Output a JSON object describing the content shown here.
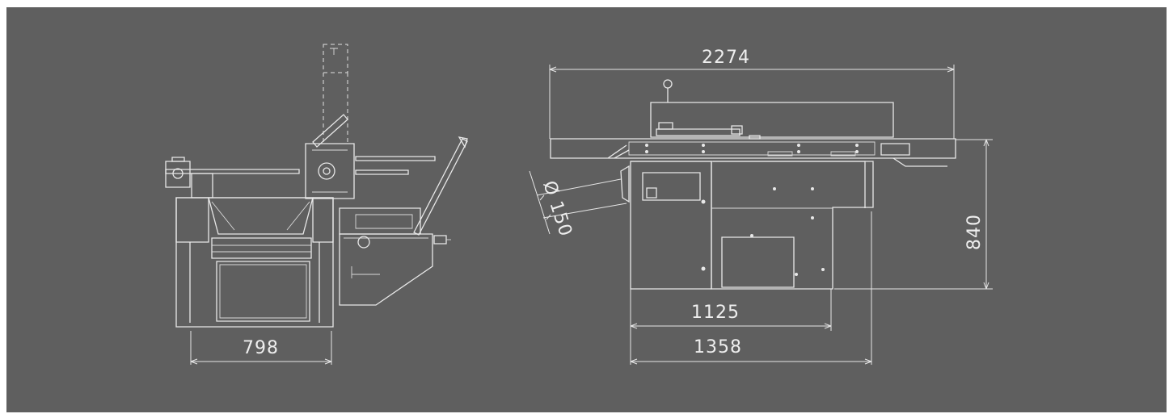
{
  "dimensions": {
    "front_width": "798",
    "overall_length": "2274",
    "height": "840",
    "base_length_inner": "1125",
    "base_length_outer": "1358",
    "outlet_diameter": "Ø 150"
  },
  "colors": {
    "background": "#5f5f5f",
    "line": "#e8e8e8"
  }
}
